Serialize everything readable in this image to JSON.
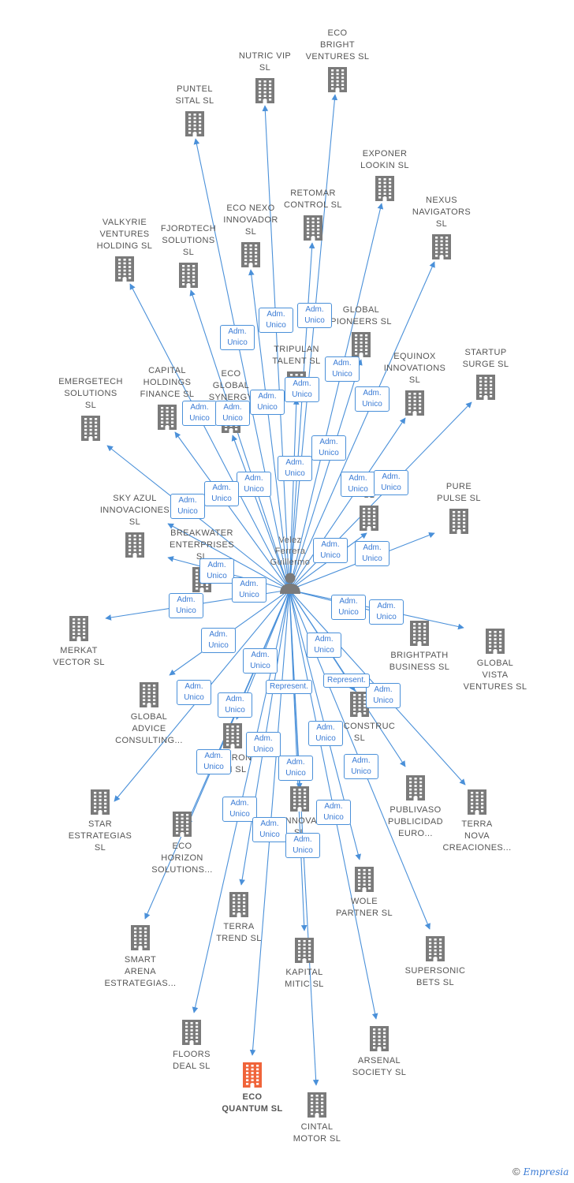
{
  "center": {
    "name": "Velez\nFerrera\nGuillermo",
    "icon": "person-icon"
  },
  "colors": {
    "edge": "#4a90d9",
    "building": "#7a7a7a",
    "highlight": "#f0643a",
    "badge_text": "#3a7bd5"
  },
  "companies": [
    {
      "id": "puntel",
      "name": "PUNTEL\nSITAL  SL"
    },
    {
      "id": "nutric",
      "name": "NUTRIC VIP\nSL"
    },
    {
      "id": "ecobright",
      "name": "ECO\nBRIGHT\nVENTURES  SL"
    },
    {
      "id": "exponer",
      "name": "EXPONER\nLOOKIN  SL"
    },
    {
      "id": "retomar",
      "name": "RETOMAR\nCONTROL  SL"
    },
    {
      "id": "nexus",
      "name": "NEXUS\nNAVIGATORS\nSL"
    },
    {
      "id": "valkyrie",
      "name": "VALKYRIE\nVENTURES\nHOLDING  SL"
    },
    {
      "id": "fjordtech",
      "name": "FJORDTECH\nSOLUTIONS\nSL"
    },
    {
      "id": "econexo",
      "name": "ECO NEXO\nINNOVADOR\nSL"
    },
    {
      "id": "globalpioneers",
      "name": "GLOBAL\nPIONEERS  SL"
    },
    {
      "id": "tripulan",
      "name": "TRIPULAN\nTALENT  SL"
    },
    {
      "id": "equinox",
      "name": "EQUINOX\nINNOVATIONS\nSL"
    },
    {
      "id": "startup",
      "name": "STARTUP\nSURGE  SL"
    },
    {
      "id": "emergetech",
      "name": "EMERGETECH\nSOLUTIONS\nSL"
    },
    {
      "id": "capital",
      "name": "CAPITAL\nHOLDINGS\nFINANCE  SL"
    },
    {
      "id": "ecoglobal",
      "name": "ECO\nGLOBAL\nSYNERGY"
    },
    {
      "id": "skyazul",
      "name": "SKY AZUL\nINNOVACIONES\nSL"
    },
    {
      "id": "unnamed1",
      "name": "SL"
    },
    {
      "id": "pure",
      "name": "PURE\nPULSE  SL"
    },
    {
      "id": "breakwater",
      "name": "BREAKWATER\nENTERPRISES\nSL"
    },
    {
      "id": "merkat",
      "name": "MERKAT\nVECTOR  SL"
    },
    {
      "id": "brightpath",
      "name": "BRIGHTPATH\nBUSINESS  SL"
    },
    {
      "id": "globalvista",
      "name": "GLOBAL\nVISTA\nVENTURES  SL"
    },
    {
      "id": "globaladvice",
      "name": "GLOBAL\nADVICE\nCONSULTING..."
    },
    {
      "id": "ecoconstruc",
      "name": "ECOCONSTRUC\nSL"
    },
    {
      "id": "terron",
      "name": "TERRON\nON  SL"
    },
    {
      "id": "star",
      "name": "STAR\nESTRATEGIAS\nSL"
    },
    {
      "id": "ecohorizon",
      "name": "ECO\nHORIZON\nSOLUTIONS..."
    },
    {
      "id": "innova",
      "name": "INNOVA\nSL"
    },
    {
      "id": "publivaso",
      "name": "PUBLIVASO\nPUBLICIDAD\nEURO..."
    },
    {
      "id": "terranova",
      "name": "TERRA\nNOVA\nCREACIONES..."
    },
    {
      "id": "wole",
      "name": "WOLE\nPARTNER  SL"
    },
    {
      "id": "smart",
      "name": "SMART\nARENA\nESTRATEGIAS..."
    },
    {
      "id": "terratrend",
      "name": "TERRA\nTREND  SL"
    },
    {
      "id": "kapital",
      "name": "KAPITAL\nMITIC  SL"
    },
    {
      "id": "supersonic",
      "name": "SUPERSONIC\nBETS  SL"
    },
    {
      "id": "floors",
      "name": "FLOORS\nDEAL  SL"
    },
    {
      "id": "arsenal",
      "name": "ARSENAL\nSOCIETY  SL"
    },
    {
      "id": "ecoquantum",
      "name": "ECO\nQUANTUM  SL",
      "highlight": true
    },
    {
      "id": "cintal",
      "name": "CINTAL\nMOTOR  SL"
    }
  ],
  "relations": {
    "adm": "Adm.\nUnico",
    "rep": "Represent."
  },
  "footer": {
    "copyright": "©",
    "brand": "Empresia"
  }
}
